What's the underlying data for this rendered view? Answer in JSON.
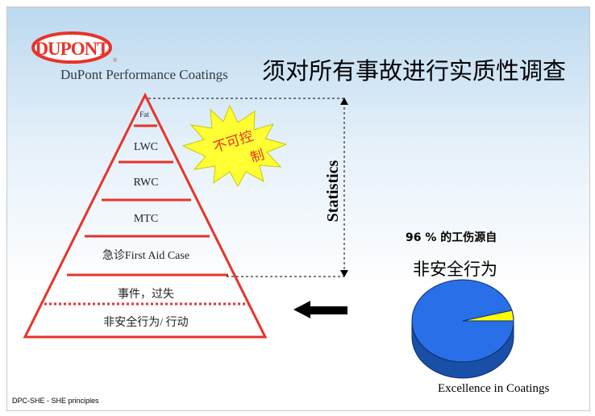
{
  "brand": {
    "logo_text": "DUPONT",
    "subtitle": "DuPont Performance Coatings",
    "tagline": "Excellence in Coatings"
  },
  "slide": {
    "title": "须对所有事故进行实质性调查",
    "footer": "DPC-SHE  - SHE  principles"
  },
  "pyramid": {
    "levels": [
      {
        "label": "Fat"
      },
      {
        "label": "LWC"
      },
      {
        "label": "RWC"
      },
      {
        "label": "MTC"
      },
      {
        "label": "急诊First Aid Case"
      },
      {
        "label": "事件，过失"
      },
      {
        "label": "非安全行为/ 行动"
      }
    ],
    "stroke_color": "#e8332a"
  },
  "burst": {
    "label_line1": "不可控",
    "label_line2": "制",
    "fill_color": "#ffff33",
    "text_color": "#e8332a"
  },
  "statistics": {
    "label": "Statistics"
  },
  "pie": {
    "caption": "96 % 的工伤源自",
    "heading": "非安全行为",
    "main_color": "#2970e8",
    "slice_color": "#ffff00"
  },
  "chart_data": {
    "type": "pie",
    "values": [
      96,
      4
    ],
    "title": ""
  },
  "arrow": {
    "icon": "left-arrow-icon"
  }
}
